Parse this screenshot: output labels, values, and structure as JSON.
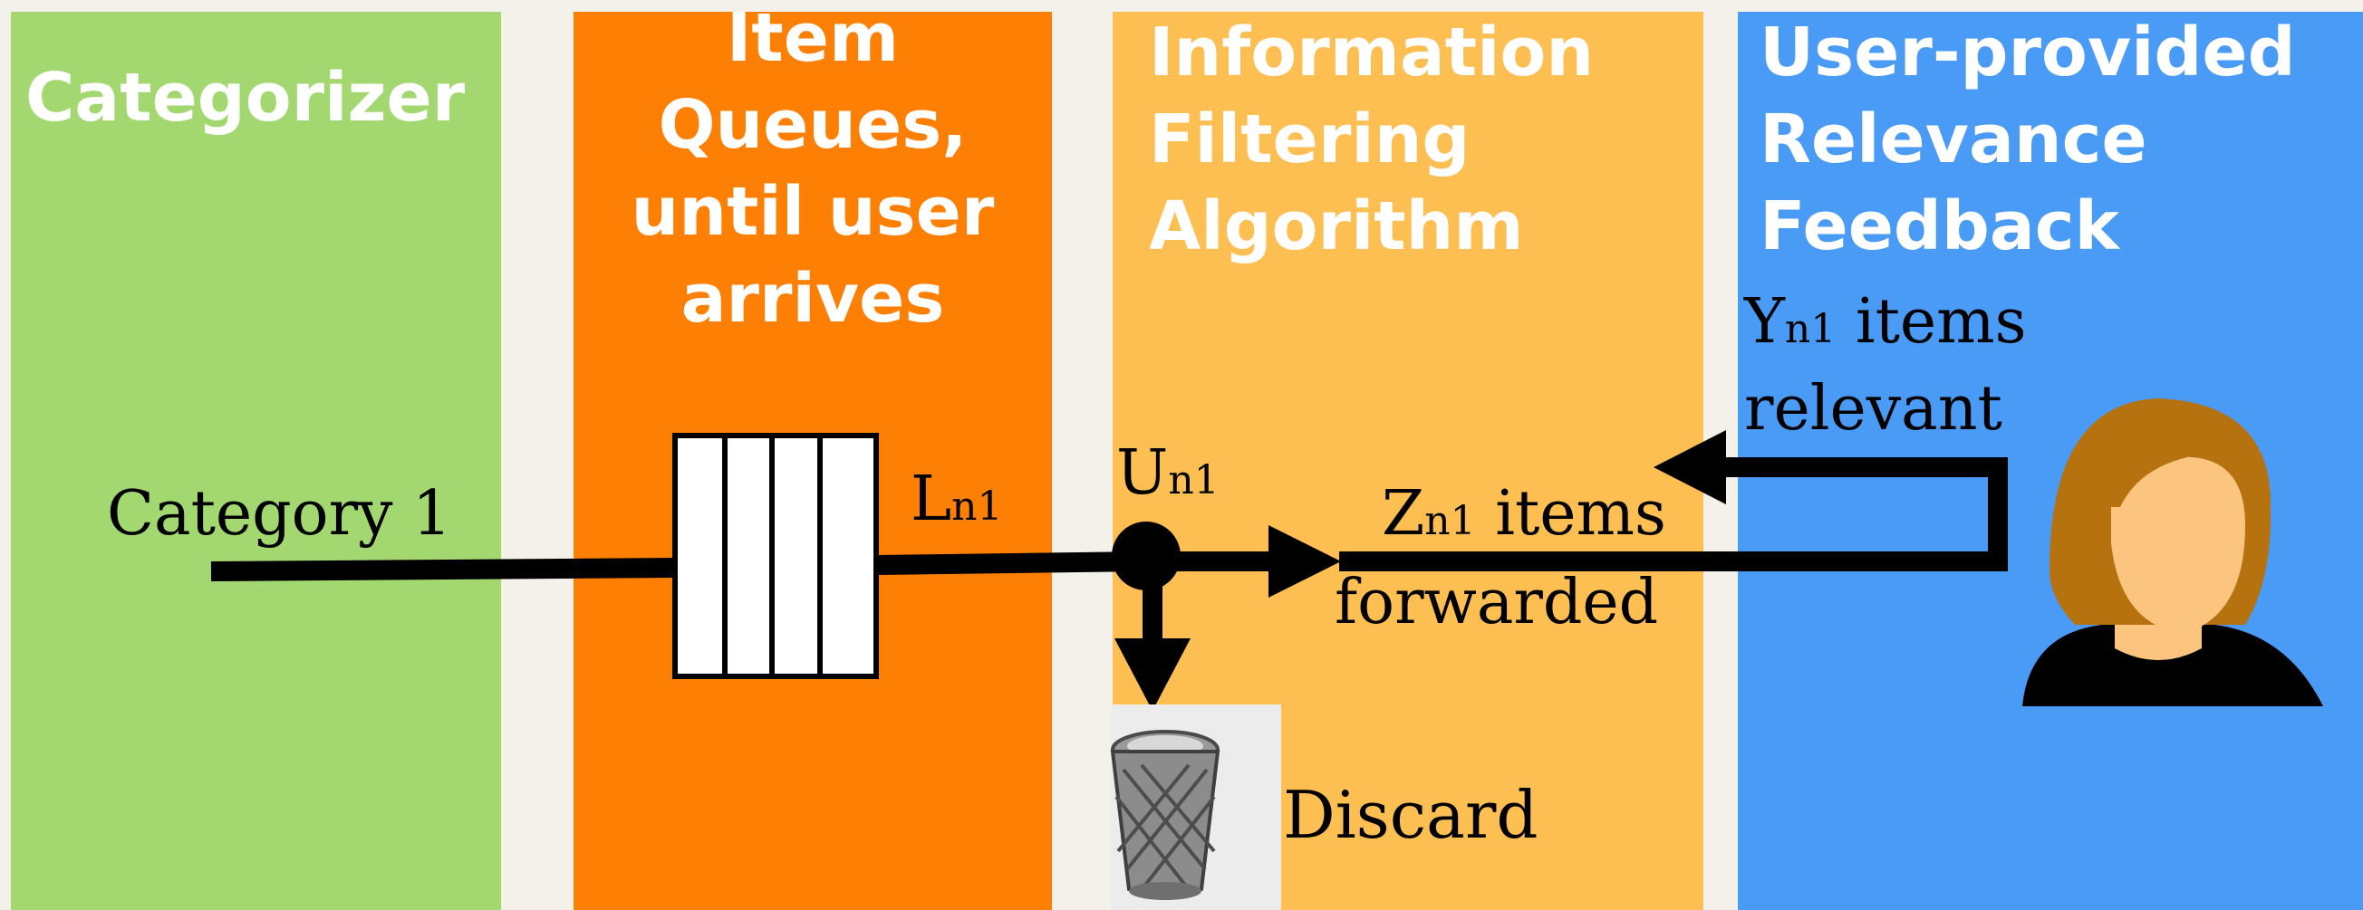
{
  "columns": {
    "categorizer": {
      "title": "Categorizer"
    },
    "queues": {
      "title": "Item\nQueues,\nuntil user\narrives"
    },
    "filter": {
      "title": "Information\nFiltering\nAlgorithm"
    },
    "feedback": {
      "title": "User-provided\nRelevance\nFeedback"
    }
  },
  "labels": {
    "category": "Category 1",
    "l_main": "L",
    "l_sub": "n1",
    "u_main": "U",
    "u_sub": "n1",
    "z_main": "Z",
    "z_sub": "n1",
    "z_rest": " items",
    "forwarded": "forwarded",
    "y_main": "Y",
    "y_sub": "n1",
    "y_rest": " items",
    "relevant": "relevant",
    "discard": "Discard"
  },
  "icons": {
    "queue": "queue-buffer-icon",
    "trash": "trash-can-icon",
    "user": "user-avatar-icon"
  },
  "colors": {
    "categorizer": "#a3d76f",
    "queues": "#fd7f03",
    "filter": "#fdbe52",
    "feedback": "#4a9bf5",
    "hair": "#b5720f",
    "skin": "#fbc47f"
  }
}
